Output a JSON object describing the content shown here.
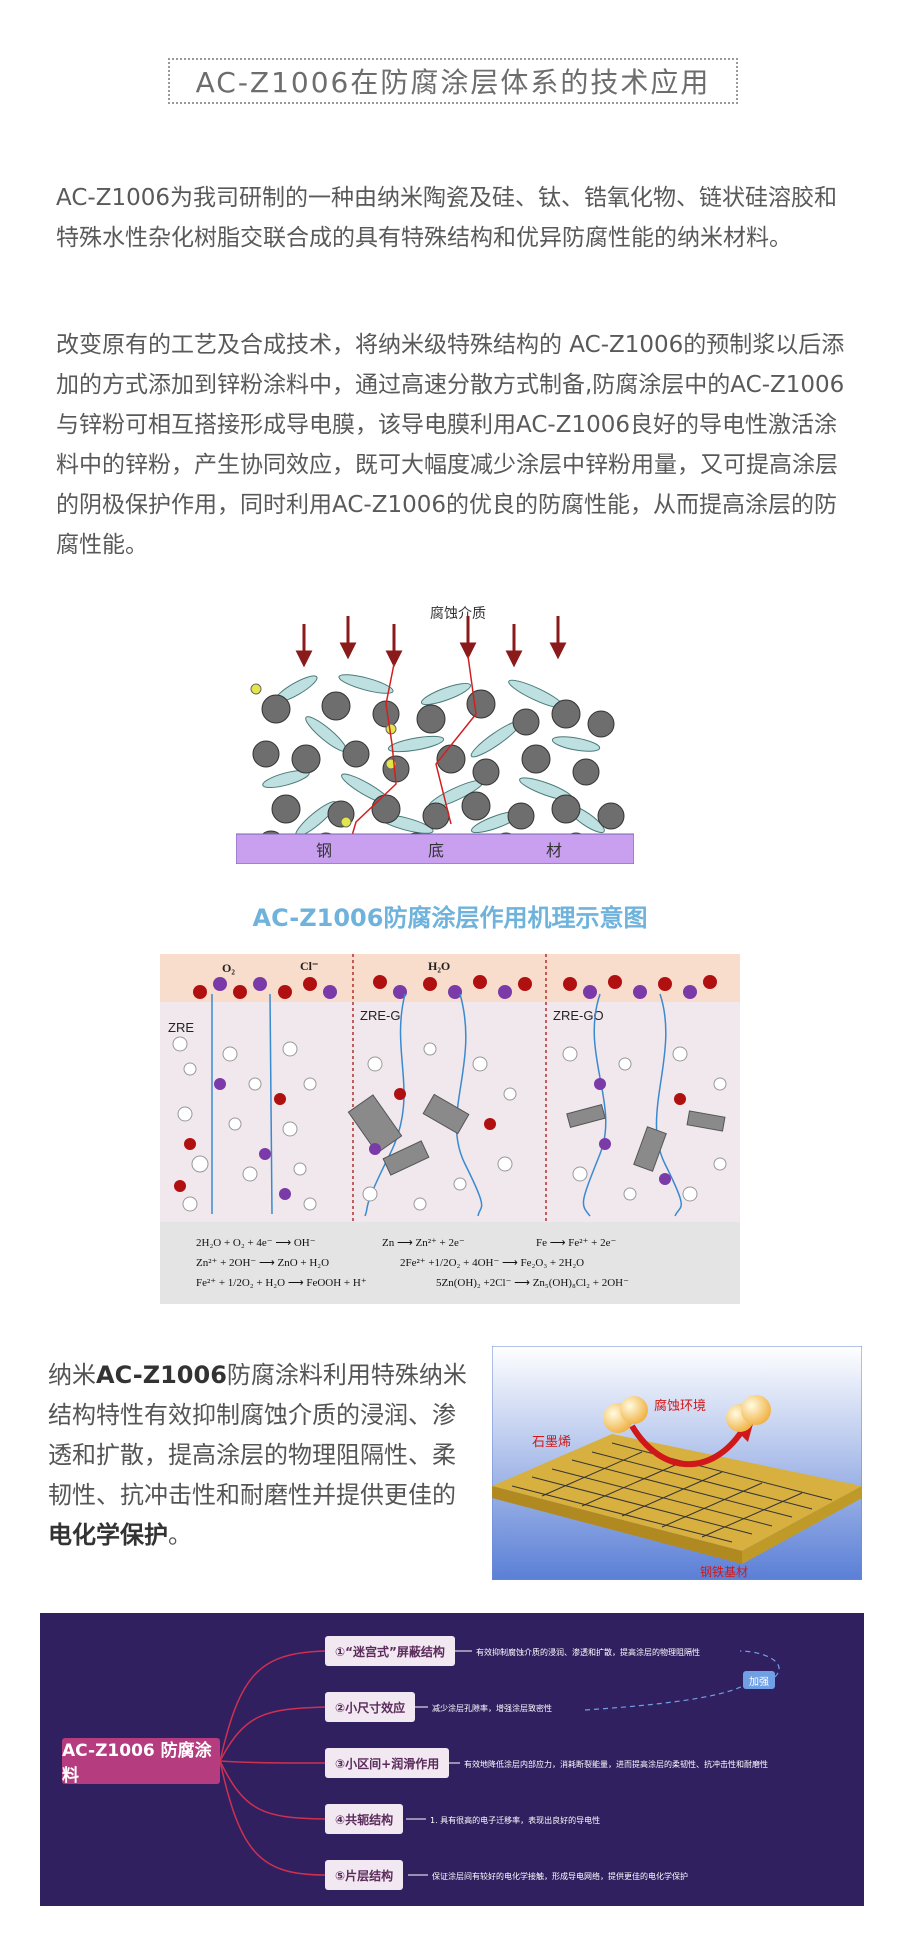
{
  "title": "AC-Z1006在防腐涂层体系的技术应用",
  "intro": {
    "p1": "AC-Z1006为我司研制的一种由纳米陶瓷及硅、钛、锆氧化物、链状硅溶胶和特殊水性杂化树脂交联合成的具有特殊结构和优异防腐性能的纳米材料。",
    "p2": "改变原有的工艺及合成技术，将纳米级特殊结构的 AC-Z1006的预制浆以后添加的方式添加到锌粉涂料中，通过高速分散方式制备,防腐涂层中的AC-Z1006与锌粉可相互搭接形成导电膜，该导电膜利用AC-Z1006良好的导电性激活涂料中的锌粉，产生协同效应，既可大幅度减少涂层中锌粉用量，又可提高涂层的阴极保护作用，同时利用AC-Z1006的优良的防腐性能，从而提高涂层的防腐性能。"
  },
  "figure1": {
    "top_label": "腐蚀介质",
    "substrate": [
      "钢",
      "底",
      "材"
    ],
    "caption": "AC-Z1006防腐涂层作用机理示意图"
  },
  "figure2": {
    "panels": [
      "ZRE",
      "ZRE-G",
      "ZRE-GO"
    ],
    "species": [
      "O₂",
      "Cl⁻",
      "H₂O"
    ],
    "equations": [
      [
        "2H₂O + O₂ + 4e⁻ ⟶ OH⁻",
        "Zn ⟶ Zn²⁺ + 2e⁻",
        "Fe ⟶ Fe²⁺ + 2e⁻"
      ],
      [
        "Zn²⁺ + 2OH⁻ ⟶ ZnO + H₂O",
        "2Fe²⁺ +1/2O₂ + 4OH⁻ ⟶ Fe₂O₃ + 2H₂O",
        ""
      ],
      [
        "Fe²⁺ + 1/2O₂ + H₂O ⟶ FeOOH + H⁺",
        "5Zn(OH)₂ +2Cl⁻ ⟶ Zn₅(OH)₈Cl₂ + 2OH⁻",
        ""
      ]
    ]
  },
  "side": {
    "t1": "纳米",
    "b1": "AC-Z1006",
    "t2": "防腐涂料利用特殊纳米结构特性有效抑制腐蚀介质的浸润、渗透和扩散，提高涂层的物理阻隔性、柔韧性、抗冲击性和耐磨性并提供更佳的",
    "b2": "电化学保护",
    "t3": "。"
  },
  "figure3": {
    "env": "腐蚀环境",
    "graphene": "石墨烯",
    "base": "钢铁基材"
  },
  "mindmap": {
    "root": "AC-Z1006 防腐涂料",
    "add": "加强",
    "nodes": [
      {
        "label": "①“迷宫式”屏蔽结构",
        "desc": "有效抑制腐蚀介质的浸润、渗透和扩散，提高涂层的物理阻隔性"
      },
      {
        "label": "②小尺寸效应",
        "desc": "减少涂层孔隙率，增强涂层致密性"
      },
      {
        "label": "③小区间+润滑作用",
        "desc": "有效地降低涂层内部应力，消耗断裂能量，进而提高涂层的柔韧性、抗冲击性和耐磨性"
      },
      {
        "label": "④共轭结构",
        "desc": "1. 具有很高的电子迁移率，表现出良好的导电性"
      },
      {
        "label": "⑤片层结构",
        "desc": "保证涂层间有较好的电化学接触，形成导电网络，提供更佳的电化学保护"
      }
    ]
  },
  "colors": {
    "caption": "#6fb3dc",
    "mindmap_bg": "#302060",
    "root_node": "#b43c7f",
    "substrate": "#c9a0f0"
  }
}
